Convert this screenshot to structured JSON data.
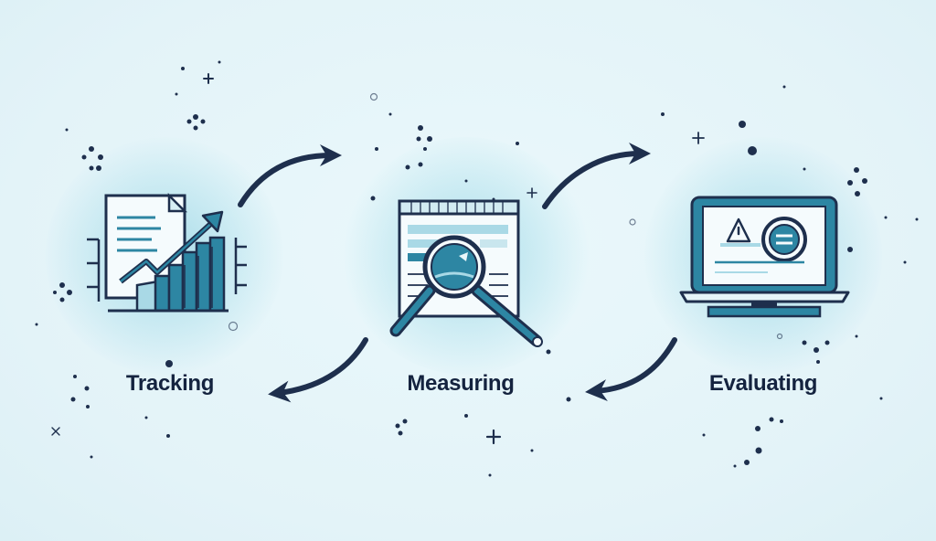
{
  "diagram": {
    "stages": [
      {
        "label": "Tracking",
        "icon": "chart-report-icon"
      },
      {
        "label": "Measuring",
        "icon": "magnifier-document-icon"
      },
      {
        "label": "Evaluating",
        "icon": "monitor-warning-icon"
      }
    ],
    "colors": {
      "navy": "#1e2f4d",
      "teal": "#2d86a3",
      "light_teal": "#a9d9e6",
      "background": "#e6f5f9"
    }
  }
}
